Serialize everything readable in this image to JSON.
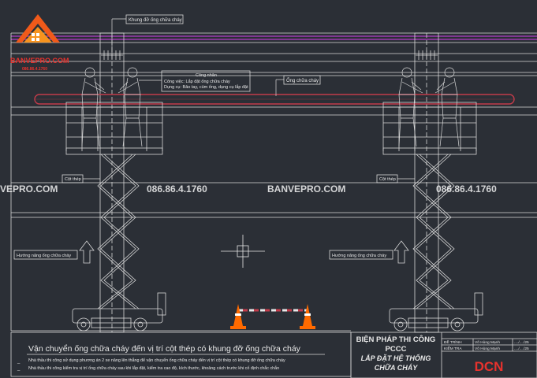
{
  "logo": {
    "brand": "BANVEPRO.COM",
    "phone": "086.86.4.1760"
  },
  "watermarks": {
    "left_site": "VEPRO.COM",
    "phone_1": "086.86.4.1760",
    "center_site": "BANVEPRO.COM",
    "phone_2": "086.86.4.1760"
  },
  "callouts": {
    "support_frame": "Khung đỡ ống chữa cháy",
    "pipe": "Ống chữa cháy",
    "workers": {
      "title": "Công nhân",
      "task": "Công việc: Lắp đặt ống chữa cháy",
      "tools": "Dụng cụ: Bảo tay, cùm ống, dụng cụ lắp đặt"
    },
    "steel_column_left": "Cột thép",
    "steel_column_right": "Cột thép",
    "lift_direction_left": "Hướng nâng ống chữa cháy",
    "lift_direction_right": "Hướng nâng ống chữa cháy"
  },
  "caption": {
    "title": "Vận chuyển ống chữa cháy đến vị trí cột thép có khung đỡ ống chữa cháy",
    "note_1": "Nhà thầu thi công sử dụng phương án 2 xe nâng lên thẳng để vận chuyển ống chữa cháy đến vị trí cột thép có khung đỡ ống chữa cháy",
    "note_2": "Nhà thầu thi công kiểm tra vị trí ống chữa cháy sau khi lắp đặt, kiểm tra cao độ, kích thước, khoảng cách trước khi cố định chắc chắn",
    "dash": "_"
  },
  "title_block": {
    "line1": "BIỆN PHÁP THI CÔNG",
    "line2": "PCCC",
    "line3": "LẮP ĐẶT HỆ THỐNG",
    "line4": "CHỮA CHÁY",
    "row1_label": "ĐỀ TRÌNH",
    "row1_name": "Võ Hùng Mạnh",
    "row1_date": "..../..../25",
    "row2_label": "KIỂM TRA",
    "row2_name": "Võ Hùng Mạnh",
    "row2_date": "..../..../25",
    "company_logo": "DCN"
  },
  "colors": {
    "background": "#2b2f36",
    "pipe": "#c23b4a",
    "beam_magenta": "#b43cc8",
    "cone_orange": "#ff6a00",
    "logo_orange": "#f05a1a",
    "logo_red": "#e8322d",
    "line": "#d9d9d9"
  }
}
